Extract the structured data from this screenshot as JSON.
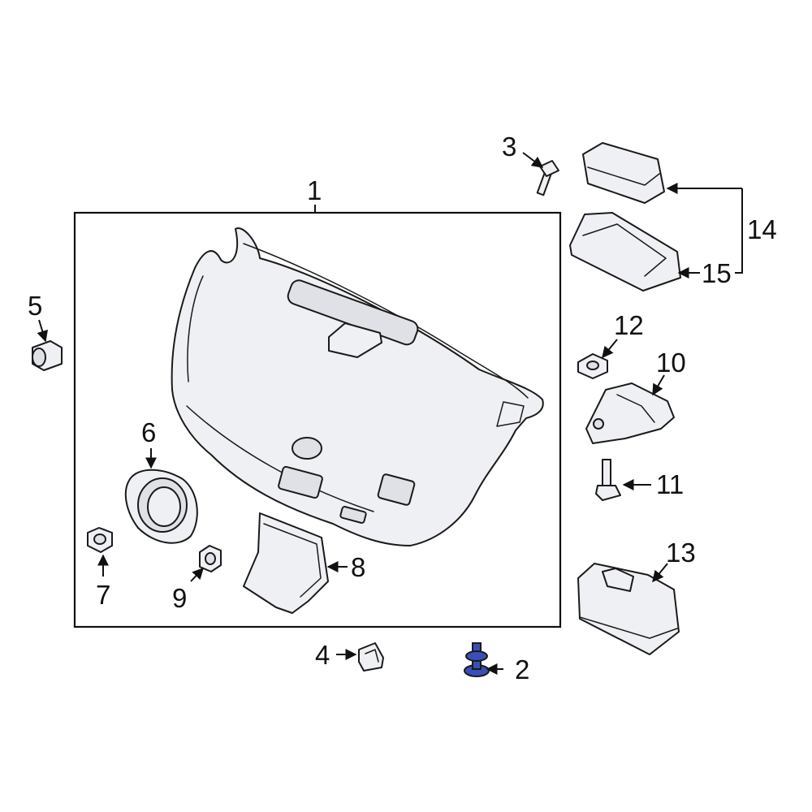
{
  "diagram": {
    "highlight_color": "#3a4fb5",
    "callouts": {
      "c1": "1",
      "c2": "2",
      "c3": "3",
      "c4": "4",
      "c5": "5",
      "c6": "6",
      "c7": "7",
      "c8": "8",
      "c9": "9",
      "c10": "10",
      "c11": "11",
      "c12": "12",
      "c13": "13",
      "c14": "14",
      "c15": "15"
    }
  }
}
